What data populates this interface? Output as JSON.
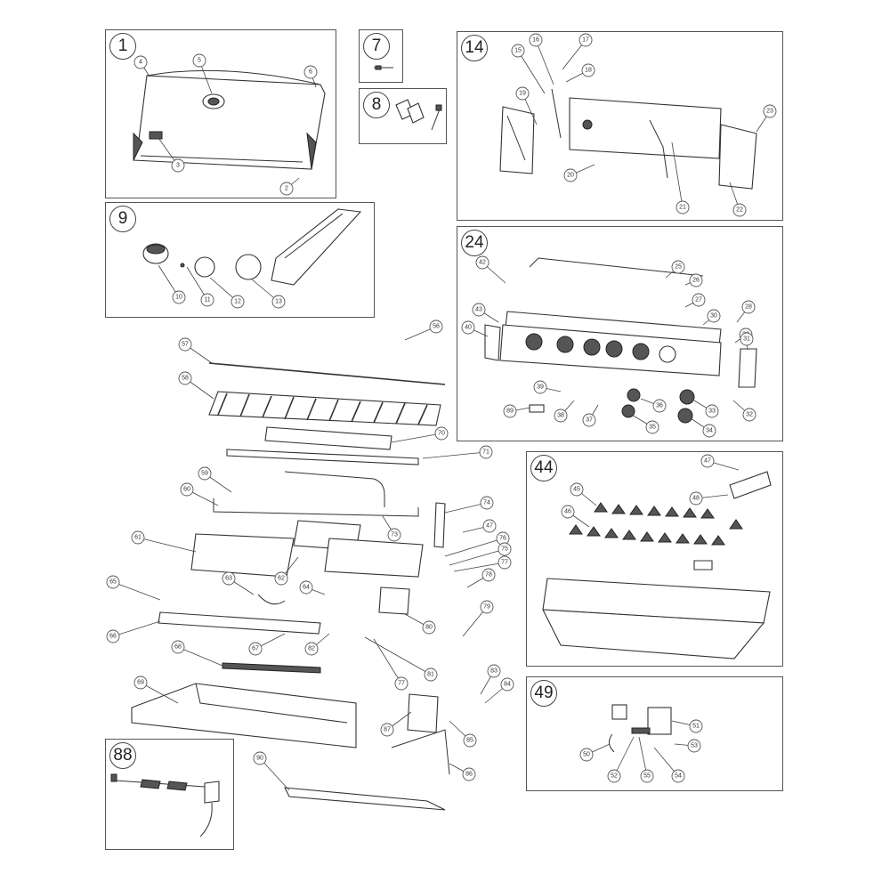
{
  "panels": [
    {
      "id": "p1",
      "number": "1"
    },
    {
      "id": "p7",
      "number": "7"
    },
    {
      "id": "p8",
      "number": "8"
    },
    {
      "id": "p14",
      "number": "14"
    },
    {
      "id": "p9",
      "number": "9"
    },
    {
      "id": "p24",
      "number": "24"
    },
    {
      "id": "p44",
      "number": "44"
    },
    {
      "id": "p49",
      "number": "49"
    },
    {
      "id": "p88",
      "number": "88"
    }
  ],
  "callouts": [
    "4",
    "5",
    "6",
    "3",
    "2",
    "16",
    "17",
    "15",
    "18",
    "19",
    "23",
    "20",
    "21",
    "22",
    "10",
    "11",
    "12",
    "13",
    "42",
    "25",
    "26",
    "27",
    "43",
    "40",
    "30",
    "28",
    "29",
    "31",
    "39",
    "89",
    "38",
    "37",
    "36",
    "35",
    "33",
    "34",
    "32",
    "56",
    "57",
    "58",
    "70",
    "71",
    "59",
    "60",
    "73",
    "74",
    "47",
    "61",
    "62",
    "76",
    "75",
    "77",
    "63",
    "64",
    "78",
    "65",
    "79",
    "66",
    "80",
    "67",
    "82",
    "68",
    "81",
    "69",
    "77",
    "83",
    "84",
    "87",
    "85",
    "86",
    "47",
    "45",
    "46",
    "48",
    "51",
    "53",
    "50",
    "52",
    "55",
    "54",
    "90"
  ]
}
